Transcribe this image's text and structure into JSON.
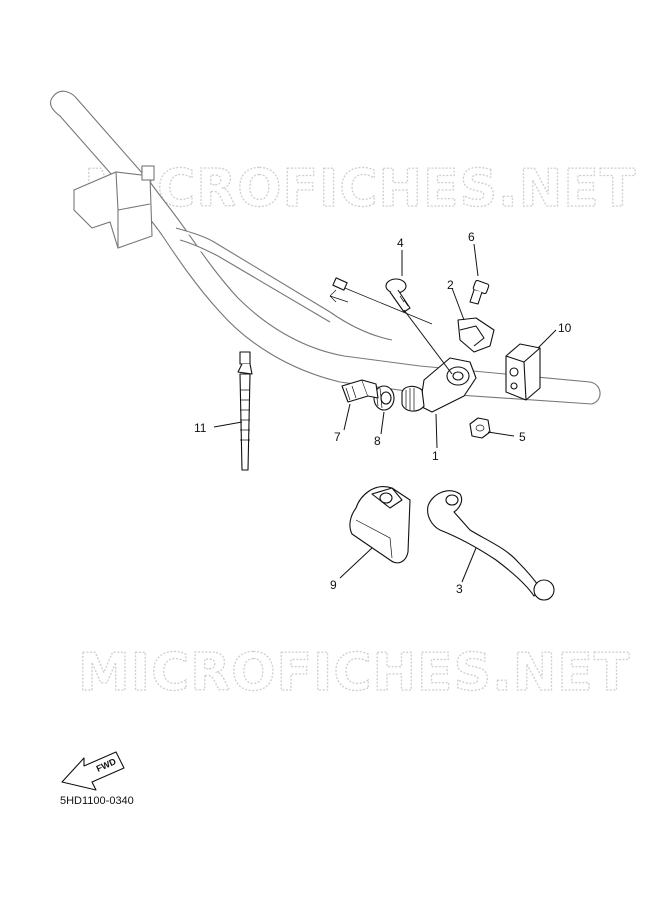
{
  "watermark": {
    "text": "MICROFICHES.NET"
  },
  "fwd_label": "FWD",
  "diagram_code": "5HD1100-0340",
  "callouts": {
    "c1": "1",
    "c2": "2",
    "c3": "3",
    "c4": "4",
    "c5": "5",
    "c6": "6",
    "c7": "7",
    "c8": "8",
    "c9": "9",
    "c10": "10",
    "c11": "11"
  }
}
